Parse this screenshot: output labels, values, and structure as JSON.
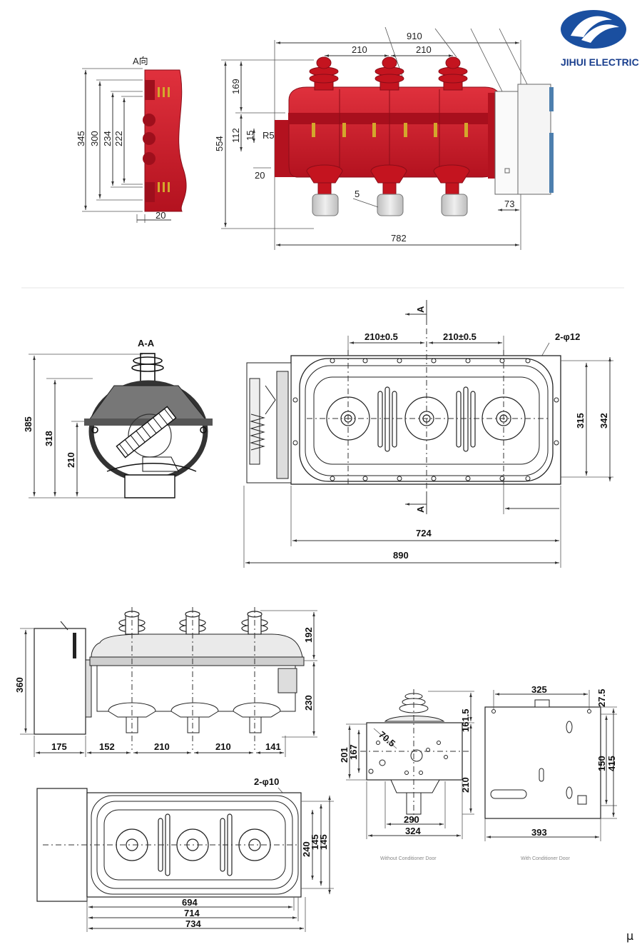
{
  "brand": {
    "name": "JIHUI ELECTRIC",
    "color": "#1a4fa0"
  },
  "colors": {
    "housing_red": "#c8192a",
    "dark_red": "#9e0f1c",
    "line": "#333333",
    "insulator_grey": "#d9d9d9"
  },
  "view1": {
    "view_label": "A向",
    "dims": {
      "d910": "910",
      "d210a": "210",
      "d210b": "210",
      "d169": "169",
      "d554": "554",
      "d112": "112",
      "d15": "15",
      "r5": "R5",
      "d20a": "20",
      "arrowA": "A",
      "d5": "5",
      "d73": "73",
      "d782": "782"
    },
    "side": {
      "d345": "345",
      "d300": "300",
      "d234": "234",
      "d222": "222",
      "d20": "20"
    }
  },
  "view2": {
    "section_label": "A-A",
    "dims": {
      "d385": "385",
      "d318": "318",
      "d210": "210",
      "pitch1": "210±0.5",
      "pitch2": "210±0.5",
      "holes": "2-φ12",
      "d315": "315",
      "d342": "342",
      "d724": "724",
      "d890": "890",
      "arrowA_top": "A",
      "arrowA_bottom": "A"
    }
  },
  "view3": {
    "dims": {
      "d192": "192",
      "d360": "360",
      "d230": "230",
      "d175": "175",
      "d152": "152",
      "d210a": "210",
      "d210b": "210",
      "d141": "141",
      "holes": "2-φ10",
      "d240": "240",
      "d145": "145",
      "d140": "145",
      "d694": "694",
      "d714": "714",
      "d734": "734"
    }
  },
  "view4": {
    "dims": {
      "d161_5": "161.5",
      "d201": "201",
      "d167": "167",
      "d70": "70.5",
      "d210": "210",
      "d290": "290",
      "d324": "324"
    },
    "caption": "Without Conditioner Door"
  },
  "view5": {
    "dims": {
      "d325": "325",
      "d27_5": "27.5",
      "d150": "150",
      "d415": "415",
      "d393": "393"
    },
    "caption": "With Conditioner Door"
  },
  "corner_mark": "μ"
}
